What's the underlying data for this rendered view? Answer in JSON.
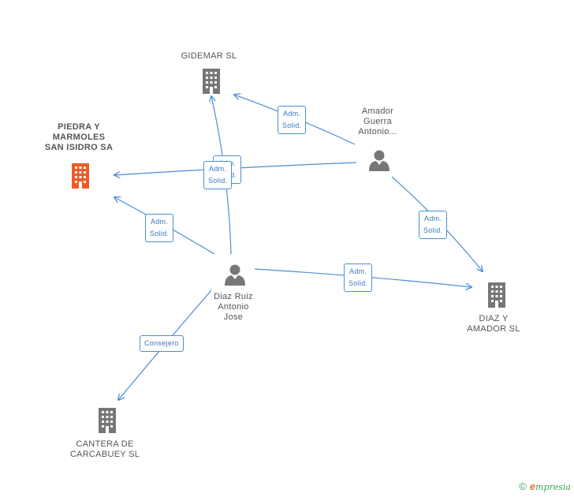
{
  "colors": {
    "edge": "#4a8fd8",
    "company": "#777777",
    "company_highlight": "#ee5a2a",
    "person": "#777777"
  },
  "nodes": {
    "gidemar": {
      "lines": [
        "GIDEMAR SL"
      ],
      "icon": "building-icon"
    },
    "piedra": {
      "lines": [
        "PIEDRA Y",
        "MARMOLES",
        "SAN ISIDRO SA"
      ],
      "icon": "building-icon"
    },
    "amador": {
      "lines": [
        "Amador",
        "Guerra",
        "Antonio..."
      ],
      "icon": "person-icon"
    },
    "diaz_ruiz": {
      "lines": [
        "Diaz Ruiz",
        "Antonio",
        "Jose"
      ],
      "icon": "person-icon"
    },
    "diaz_amador": {
      "lines": [
        "DIAZ Y",
        "AMADOR SL"
      ],
      "icon": "building-icon"
    },
    "cantera": {
      "lines": [
        "CANTERA DE",
        "CARCABUEY SL"
      ],
      "icon": "building-icon"
    }
  },
  "edges": {
    "amador_gidemar": [
      "Adm.",
      "Solid."
    ],
    "amador_piedra": [
      "Adm.",
      "Solid."
    ],
    "diaz_gidemar": [
      "Adm.",
      "Solid."
    ],
    "diaz_piedra": [
      "Adm.",
      "Solid."
    ],
    "amador_diaz_amador": [
      "Adm.",
      "Solid."
    ],
    "diaz_diaz_amador": [
      "Adm.",
      "Solid."
    ],
    "diaz_cantera": [
      "Consejero"
    ]
  },
  "footer": {
    "copyright": "©",
    "brand_initial": "e",
    "brand_rest": "mpresia"
  }
}
